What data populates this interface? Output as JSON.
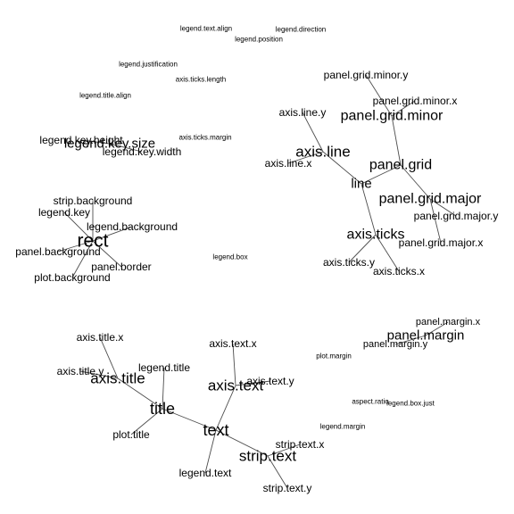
{
  "graph": {
    "nodes": [
      {
        "id": "rect",
        "label": "rect"
      },
      {
        "id": "strip.background",
        "label": "strip.background"
      },
      {
        "id": "legend.key",
        "label": "legend.key"
      },
      {
        "id": "legend.background",
        "label": "legend.background"
      },
      {
        "id": "panel.background",
        "label": "panel.background"
      },
      {
        "id": "panel.border",
        "label": "panel.border"
      },
      {
        "id": "plot.background",
        "label": "plot.background"
      },
      {
        "id": "legend.key.size",
        "label": "legend.key.size"
      },
      {
        "id": "legend.key.height",
        "label": "legend.key.height"
      },
      {
        "id": "legend.key.width",
        "label": "legend.key.width"
      },
      {
        "id": "legend.text.align",
        "label": "legend.text.align"
      },
      {
        "id": "legend.direction",
        "label": "legend.direction"
      },
      {
        "id": "legend.position",
        "label": "legend.position"
      },
      {
        "id": "legend.justification",
        "label": "legend.justification"
      },
      {
        "id": "axis.ticks.length",
        "label": "axis.ticks.length"
      },
      {
        "id": "legend.title.align",
        "label": "legend.title.align"
      },
      {
        "id": "axis.ticks.margin",
        "label": "axis.ticks.margin"
      },
      {
        "id": "legend.box",
        "label": "legend.box"
      },
      {
        "id": "line",
        "label": "line"
      },
      {
        "id": "axis.line",
        "label": "axis.line"
      },
      {
        "id": "axis.line.y",
        "label": "axis.line.y"
      },
      {
        "id": "axis.line.x",
        "label": "axis.line.x"
      },
      {
        "id": "panel.grid",
        "label": "panel.grid"
      },
      {
        "id": "panel.grid.minor",
        "label": "panel.grid.minor"
      },
      {
        "id": "panel.grid.minor.y",
        "label": "panel.grid.minor.y"
      },
      {
        "id": "panel.grid.minor.x",
        "label": "panel.grid.minor.x"
      },
      {
        "id": "panel.grid.major",
        "label": "panel.grid.major"
      },
      {
        "id": "panel.grid.major.y",
        "label": "panel.grid.major.y"
      },
      {
        "id": "panel.grid.major.x",
        "label": "panel.grid.major.x"
      },
      {
        "id": "axis.ticks",
        "label": "axis.ticks"
      },
      {
        "id": "axis.ticks.y",
        "label": "axis.ticks.y"
      },
      {
        "id": "axis.ticks.x",
        "label": "axis.ticks.x"
      },
      {
        "id": "panel.margin",
        "label": "panel.margin"
      },
      {
        "id": "panel.margin.x",
        "label": "panel.margin.x"
      },
      {
        "id": "panel.margin.y",
        "label": "panel.margin.y"
      },
      {
        "id": "plot.margin",
        "label": "plot.margin"
      },
      {
        "id": "aspect.ratio",
        "label": "aspect.ratio"
      },
      {
        "id": "legend.box.just",
        "label": "legend.box.just"
      },
      {
        "id": "legend.margin",
        "label": "legend.margin"
      },
      {
        "id": "text",
        "label": "text"
      },
      {
        "id": "title",
        "label": "title"
      },
      {
        "id": "axis.title",
        "label": "axis.title"
      },
      {
        "id": "axis.title.x",
        "label": "axis.title.x"
      },
      {
        "id": "axis.title.y",
        "label": "axis.title.y"
      },
      {
        "id": "legend.title",
        "label": "legend.title"
      },
      {
        "id": "plot.title",
        "label": "plot.title"
      },
      {
        "id": "axis.text",
        "label": "axis.text"
      },
      {
        "id": "axis.text.x",
        "label": "axis.text.x"
      },
      {
        "id": "axis.text.y",
        "label": "axis.text.y"
      },
      {
        "id": "legend.text",
        "label": "legend.text"
      },
      {
        "id": "strip.text",
        "label": "strip.text"
      },
      {
        "id": "strip.text.x",
        "label": "strip.text.x"
      },
      {
        "id": "strip.text.y",
        "label": "strip.text.y"
      }
    ],
    "edges": [
      [
        "rect",
        "strip.background"
      ],
      [
        "rect",
        "legend.key"
      ],
      [
        "rect",
        "legend.background"
      ],
      [
        "rect",
        "panel.background"
      ],
      [
        "rect",
        "panel.border"
      ],
      [
        "rect",
        "plot.background"
      ],
      [
        "legend.key.size",
        "legend.key.height"
      ],
      [
        "legend.key.size",
        "legend.key.width"
      ],
      [
        "line",
        "axis.line"
      ],
      [
        "line",
        "panel.grid"
      ],
      [
        "line",
        "axis.ticks"
      ],
      [
        "axis.line",
        "axis.line.y"
      ],
      [
        "axis.line",
        "axis.line.x"
      ],
      [
        "panel.grid",
        "panel.grid.minor"
      ],
      [
        "panel.grid",
        "panel.grid.major"
      ],
      [
        "panel.grid.minor",
        "panel.grid.minor.y"
      ],
      [
        "panel.grid.minor",
        "panel.grid.minor.x"
      ],
      [
        "panel.grid.major",
        "panel.grid.major.y"
      ],
      [
        "panel.grid.major",
        "panel.grid.major.x"
      ],
      [
        "axis.ticks",
        "axis.ticks.y"
      ],
      [
        "axis.ticks",
        "axis.ticks.x"
      ],
      [
        "panel.margin",
        "panel.margin.x"
      ],
      [
        "panel.margin",
        "panel.margin.y"
      ],
      [
        "text",
        "title"
      ],
      [
        "text",
        "axis.text"
      ],
      [
        "text",
        "legend.text"
      ],
      [
        "text",
        "strip.text"
      ],
      [
        "title",
        "axis.title"
      ],
      [
        "title",
        "legend.title"
      ],
      [
        "title",
        "plot.title"
      ],
      [
        "axis.title",
        "axis.title.x"
      ],
      [
        "axis.title",
        "axis.title.y"
      ],
      [
        "axis.text",
        "axis.text.x"
      ],
      [
        "axis.text",
        "axis.text.y"
      ],
      [
        "strip.text",
        "strip.text.x"
      ],
      [
        "strip.text",
        "strip.text.y"
      ]
    ]
  }
}
